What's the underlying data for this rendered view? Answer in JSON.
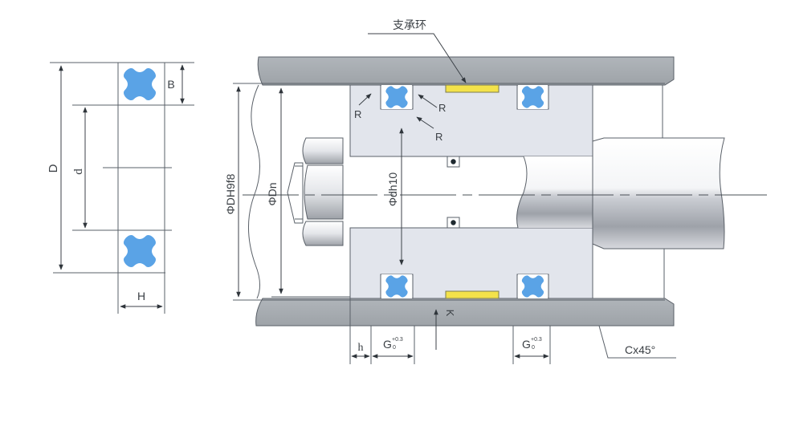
{
  "diagram": {
    "title": "Hydraulic piston seal installation drawing",
    "seal_section_view": {
      "labels": {
        "outer_diameter": "D",
        "inner_diameter": "d",
        "height": "B",
        "width": "H"
      }
    },
    "assembly_view": {
      "callout_support_ring": "支承环",
      "radius_labels": [
        "R",
        "R",
        "R"
      ],
      "bore_diameter": "ΦDH9f8",
      "nominal_diameter": "ΦDn",
      "groove_diameter": "Φdh10",
      "gap_label": "K",
      "chamfer_label": "Cx45°",
      "edge_distance": "h",
      "groove_widths": [
        {
          "symbol": "G",
          "upper_tolerance": "+0.3",
          "lower_tolerance": "0"
        },
        {
          "symbol": "G",
          "upper_tolerance": "+0.3",
          "lower_tolerance": "0"
        }
      ]
    },
    "colors": {
      "seal": "#5aa3e6",
      "support_ring": "#f3e24a",
      "cylinder_wall": "#a4a9ae",
      "piston": "#e2e5ec",
      "line": "#4a5056"
    }
  }
}
